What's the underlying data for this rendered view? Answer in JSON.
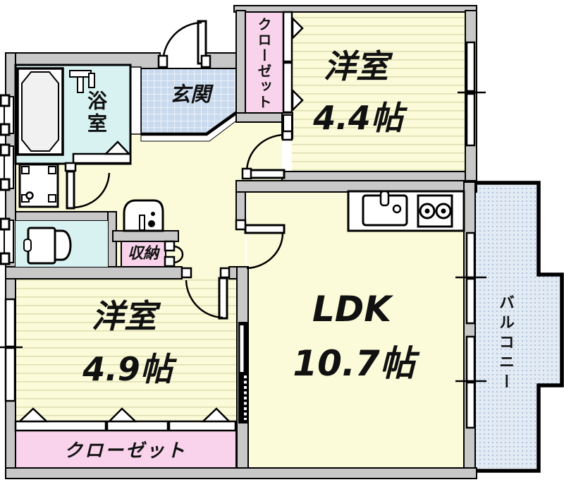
{
  "page": {
    "type": "apartment-floor-plan"
  },
  "rooms": {
    "western_top": {
      "name": "洋室",
      "size": "4.4帖"
    },
    "western_bottom": {
      "name": "洋室",
      "size": "4.9帖"
    },
    "ldk": {
      "name": "LDK",
      "size": "10.7帖"
    }
  },
  "spaces": {
    "entrance": "玄関",
    "bathroom": "浴室",
    "closet_top": "クローゼット",
    "closet_bottom": "クローゼット",
    "storage": "収納",
    "balcony": "バルコニー"
  },
  "colors": {
    "wall": "#C8C8C8",
    "room_floor": "#FBFBD9",
    "tatami_stripe": "#DFDFB2",
    "wet_area": "#D8F2F2",
    "entrance_tile": "#C9DAEE",
    "closet_pink": "#F8D3EB",
    "balcony_blue": "#E2EAF4",
    "outline": "#000000"
  }
}
